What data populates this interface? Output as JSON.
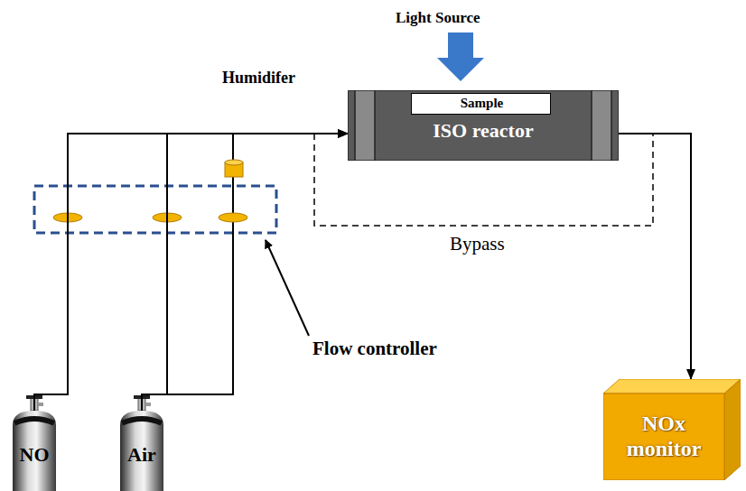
{
  "diagram": {
    "nodes": [
      {
        "text": [
          "NO"
        ]
      },
      {
        "text": [
          "Air"
        ]
      },
      {
        "text": [
          "ISO reactor"
        ]
      },
      {
        "text": [
          "Sample"
        ],
        "in": 2
      },
      {
        "text": [
          "NOx monitor"
        ]
      }
    ],
    "edges": [
      {
        "from": 0,
        "to": 2,
        "arrow": "to"
      },
      {
        "from": 1,
        "to": 2,
        "arrow": "to"
      },
      {
        "from": 2,
        "to": 4,
        "arrow": "to"
      }
    ],
    "labels": [
      "Light Source",
      "Humidifer",
      "Flow controller",
      "Bypass"
    ]
  }
}
